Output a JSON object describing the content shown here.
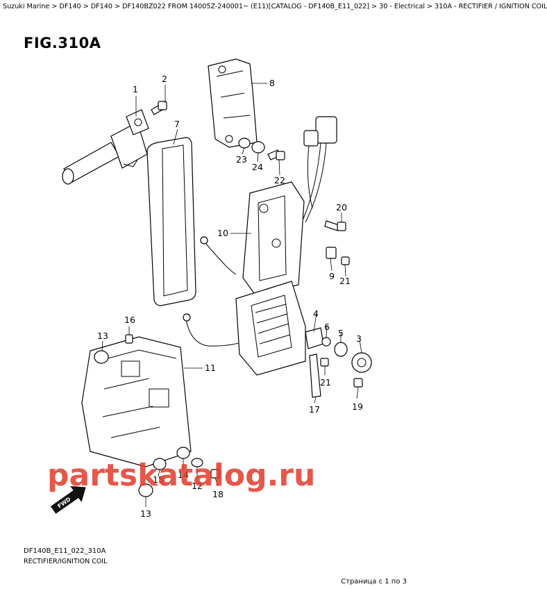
{
  "breadcrumb": "Suzuki Marine > DF140 > DF140 > DF140BZ022 FROM 14005Z-240001~ (E11)[CATALOG - DF140B_E11_022] > 30 - Electrical > 310A - RECTIFIER / IGNITION COIL",
  "figure_title": "FIG.310A",
  "callouts": {
    "c1": "1",
    "c2": "2",
    "c3": "3",
    "c4": "4",
    "c5": "5",
    "c6": "6",
    "c7": "7",
    "c8": "8",
    "c9": "9",
    "c10": "10",
    "c11": "11",
    "c12": "12",
    "c13a": "13",
    "c13b": "13",
    "c14": "14",
    "c15": "15",
    "c16": "16",
    "c17": "17",
    "c18": "18",
    "c19": "19",
    "c20": "20",
    "c21a": "21",
    "c21b": "21",
    "c22": "22",
    "c23": "23",
    "c24": "24"
  },
  "watermark": "partskatalog.ru",
  "fwd_label": "FWD",
  "footer": {
    "code": "DF140B_E11_022_310A",
    "name": "RECTIFIER/IGNITION COIL"
  },
  "pager": "Страница с 1 по 3"
}
